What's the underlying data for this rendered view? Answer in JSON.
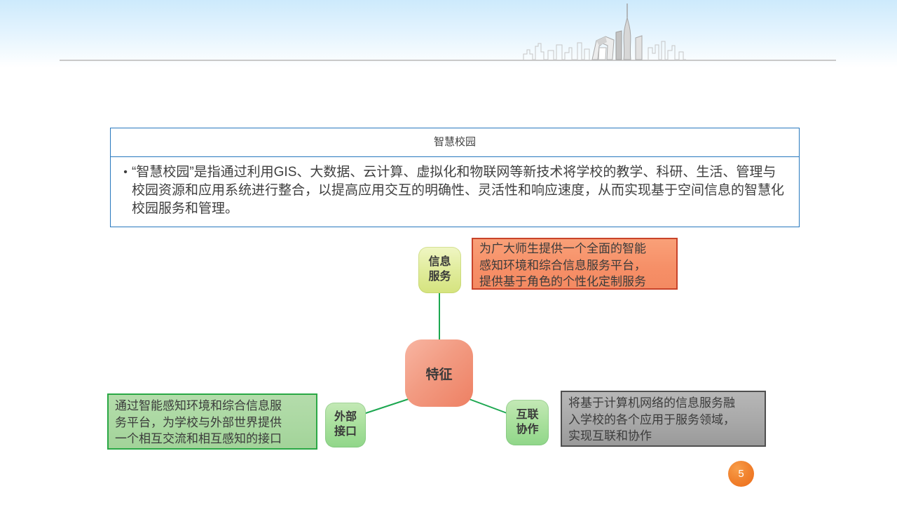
{
  "colors": {
    "accent_blue": "#2878be",
    "connector_green": "#1ca750",
    "node_yellow_green": "#d5e37e",
    "node_coral": "#ee8063",
    "node_green": "#90d689",
    "callout_orange_border": "#c8432a",
    "callout_green_border": "#2aa845",
    "callout_gray_border": "#4f4f4f",
    "page_badge_orange": "#ed6c1a"
  },
  "info_box": {
    "title": "智慧校园",
    "bullet": "•",
    "body": "“智慧校园”是指通过利用GIS、大数据、云计算、虚拟化和物联网等新技术将学校的教学、科研、生活、管理与校园资源和应用系统进行整合，以提高应用交互的明确性、灵活性和响应速度，从而实现基于空间信息的智慧化校园服务和管理。"
  },
  "diagram": {
    "center": {
      "label": "特征"
    },
    "nodes": {
      "info_service": {
        "label": "信息服务"
      },
      "external_interface": {
        "label": "外部接口"
      },
      "interconnect": {
        "label": "互联协作"
      }
    },
    "callouts": {
      "info_service": {
        "lines": [
          "为广大师生提供一个全面的智能",
          "感知环境和综合信息服务平台，",
          "提供基于角色的个性化定制服务"
        ]
      },
      "external_interface": {
        "lines": [
          "通过智能感知环境和综合信息服",
          "务平台，为学校与外部世界提供",
          "一个相互交流和相互感知的接口"
        ]
      },
      "interconnect": {
        "lines": [
          "将基于计算机网络的信息服务融",
          "入学校的各个应用于服务领域，",
          "实现互联和协作"
        ]
      }
    }
  },
  "footer": {
    "page_number": "5"
  }
}
